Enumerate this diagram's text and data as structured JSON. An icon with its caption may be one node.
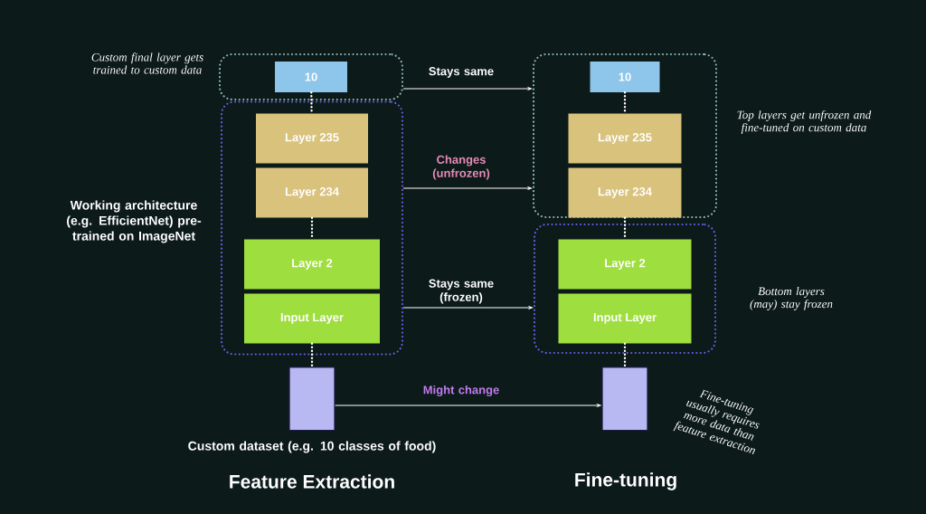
{
  "diagram": {
    "nodes": [
      {
        "text": [],
        "shape": "box",
        "beside": [
          "Custom final layer gets trained to custom data"
        ]
      },
      {
        "text": [
          "10"
        ],
        "in": 0
      },
      {
        "text": [],
        "shape": "box",
        "beside": [
          "Working architecture (e.g. EfficientNet) pre-trained on ImageNet"
        ]
      },
      {
        "text": [
          "Layer 235"
        ],
        "in": 2
      },
      {
        "text": [
          "Layer 234"
        ],
        "in": 2
      },
      {
        "text": [
          "Layer 2"
        ],
        "in": 2
      },
      {
        "text": [
          "Input Layer"
        ],
        "in": 2
      },
      {
        "text": [],
        "shape": "cylinder",
        "beside": [
          "Custom dataset (e.g. 10 classes of food)"
        ]
      },
      {
        "text": [],
        "shape": "box",
        "beside": [
          "Top layers get unfrozen and fine-tuned on custom data"
        ]
      },
      {
        "text": [
          "10"
        ],
        "in": 8
      },
      {
        "text": [
          "Layer 235"
        ],
        "in": 8
      },
      {
        "text": [
          "Layer 234"
        ],
        "in": 8
      },
      {
        "text": [],
        "shape": "box",
        "beside": [
          "Bottom layers (may) stay frozen"
        ]
      },
      {
        "text": [
          "Layer 2"
        ],
        "in": 12
      },
      {
        "text": [
          "Input Layer"
        ],
        "in": 12
      },
      {
        "text": [],
        "shape": "cylinder",
        "beside": [
          "Fine-tuning usually requires more data than feature extraction"
        ]
      }
    ],
    "edges": [
      {
        "from": 1,
        "to": 3,
        "arrow": "none",
        "style": "dashed"
      },
      {
        "from": 4,
        "to": 5,
        "arrow": "none",
        "style": "dashed"
      },
      {
        "from": 6,
        "to": 7,
        "arrow": "none",
        "style": "dashed"
      },
      {
        "from": 9,
        "to": 10,
        "arrow": "none",
        "style": "dashed"
      },
      {
        "from": 11,
        "to": 13,
        "arrow": "none",
        "style": "dashed"
      },
      {
        "from": 14,
        "to": 15,
        "arrow": "none",
        "style": "dashed"
      },
      {
        "from": 0,
        "to": 8,
        "arrow": "to",
        "label": "Stays same"
      },
      {
        "from": 2,
        "to": 8,
        "arrow": "to",
        "label": "Changes (unfrozen)"
      },
      {
        "from": 2,
        "to": 12,
        "arrow": "to",
        "label": "Stays same (frozen)"
      },
      {
        "from": 7,
        "to": 15,
        "arrow": "to",
        "label": "Might change"
      }
    ],
    "labels": [
      "Feature Extraction",
      "Fine-tuning"
    ]
  }
}
